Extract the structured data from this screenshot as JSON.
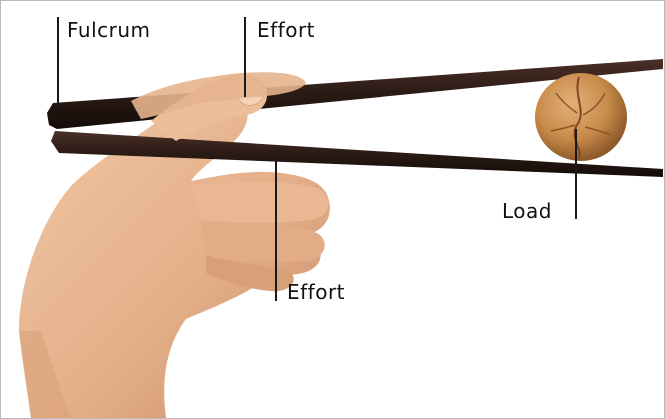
{
  "labels": {
    "fulcrum": "Fulcrum",
    "effort_top": "Effort",
    "effort_bottom": "Effort",
    "load": "Load"
  },
  "colors": {
    "chopstick": "#2a1a14",
    "skin": "#e8b791",
    "skin_shadow": "#c98d67",
    "walnut": "#c88b4a",
    "walnut_shadow": "#8e5a2a",
    "pointer_line": "#1a1a1a",
    "label_text": "#111111"
  }
}
